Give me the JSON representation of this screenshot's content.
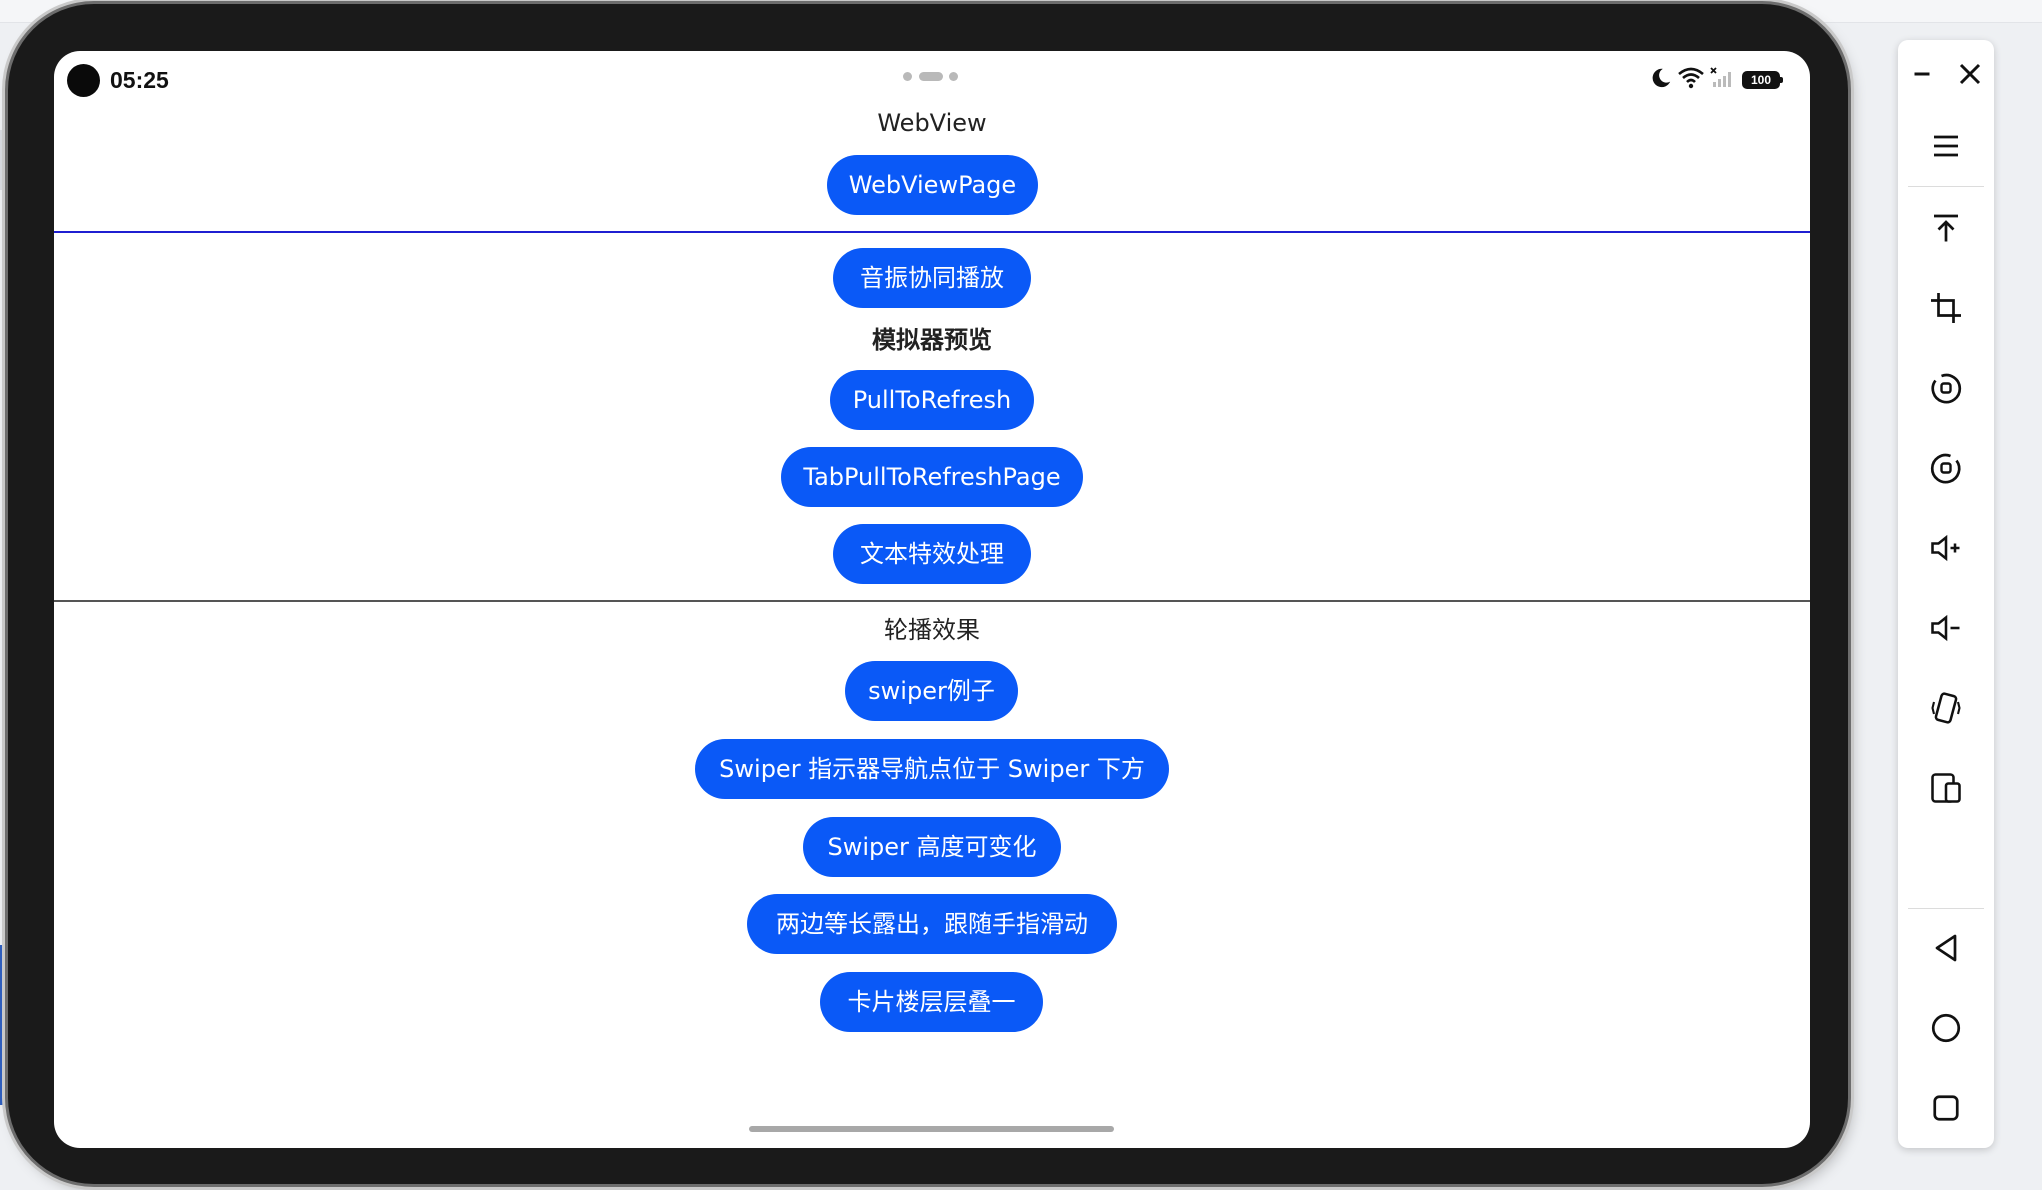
{
  "status_bar": {
    "time": "05:25",
    "battery": "100",
    "icons": [
      "moon-icon",
      "wifi-icon",
      "signal-icon",
      "battery-icon"
    ]
  },
  "sections": {
    "webview_label": "WebView",
    "webview_button": "WebViewPage",
    "audio_button": "音振协同播放",
    "emulator_label": "模拟器预览",
    "pull_button": "PullToRefresh",
    "tabpull_button": "TabPullToRefreshPage",
    "text_effect_button": "文本特效处理",
    "carousel_label": "轮播效果",
    "swiper_example_button": "swiper例子",
    "swiper_indicator_button": "Swiper 指示器导航点位于 Swiper 下方",
    "swiper_height_button": "Swiper 高度可变化",
    "both_sides_button": "两边等长露出，跟随手指滑动",
    "card_stack_button": "卡片楼层层叠一"
  },
  "toolbar": {
    "items": [
      "minimize-icon",
      "close-icon",
      "menu-icon",
      "pin-top-icon",
      "crop-icon",
      "rotate-left-icon",
      "rotate-right-icon",
      "volume-up-icon",
      "volume-down-icon",
      "shake-icon",
      "multi-device-icon",
      "back-icon",
      "home-icon",
      "recent-apps-icon"
    ]
  },
  "colors": {
    "accent": "#0a59f7",
    "divider_blue": "#1f1fd1",
    "divider_gray": "#555555"
  }
}
